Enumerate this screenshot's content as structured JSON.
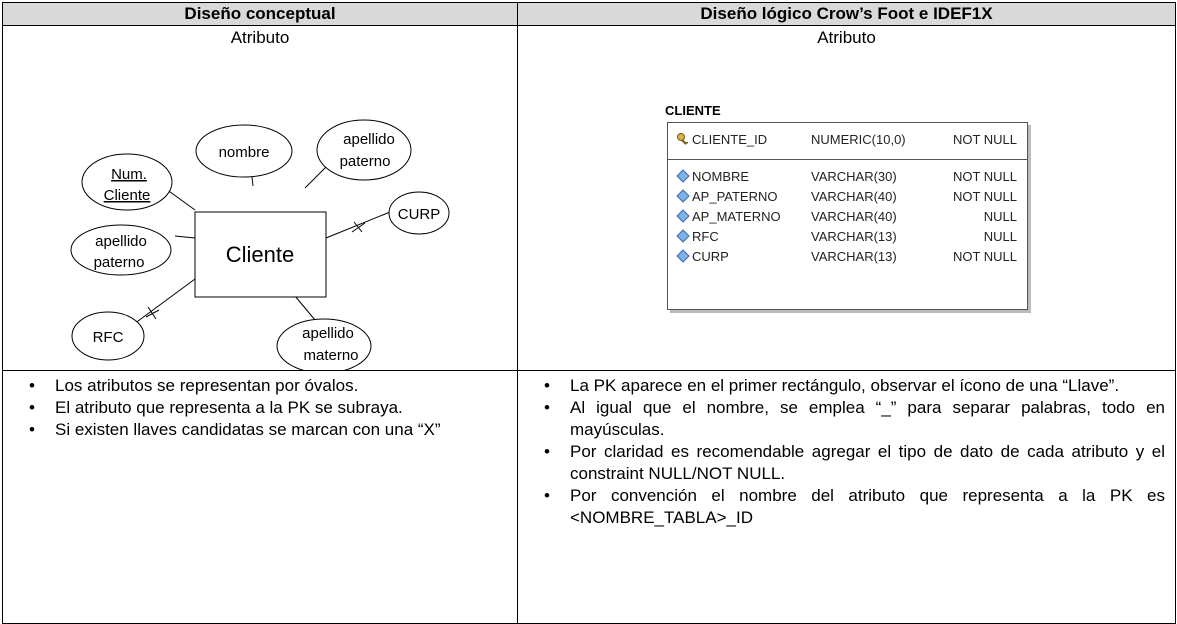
{
  "headers": {
    "left": "Diseño conceptual",
    "right": "Diseño lógico   Crow’s Foot   e IDEF1X"
  },
  "left_subtitle": "Atributo",
  "right_subtitle": "Atributo",
  "er_diagram": {
    "entity": "Cliente",
    "attributes": {
      "num_cliente_1": "Num.",
      "num_cliente_2": "Cliente",
      "nombre": "nombre",
      "apellido_paterno_top_1": "apellido",
      "apellido_paterno_top_2": "paterno",
      "curp": "CURP",
      "apellido_paterno_left_1": "apellido",
      "apellido_paterno_left_2": "paterno",
      "rfc": "RFC",
      "apellido_materno_1": "apellido",
      "apellido_materno_2": "materno"
    }
  },
  "table_design": {
    "title": "CLIENTE",
    "pk": {
      "name": "CLIENTE_ID",
      "type": "NUMERIC(10,0)",
      "null": "NOT NULL"
    },
    "columns": [
      {
        "name": "NOMBRE",
        "type": "VARCHAR(30)",
        "null": "NOT NULL"
      },
      {
        "name": "AP_PATERNO",
        "type": "VARCHAR(40)",
        "null": "NOT NULL"
      },
      {
        "name": "AP_MATERNO",
        "type": "VARCHAR(40)",
        "null": "NULL"
      },
      {
        "name": "RFC",
        "type": "VARCHAR(13)",
        "null": "NULL"
      },
      {
        "name": "CURP",
        "type": "VARCHAR(13)",
        "null": "NOT NULL"
      }
    ]
  },
  "left_notes": [
    "Los atributos se representan por óvalos.",
    "El atributo que representa a la PK se subraya.",
    "Si existen llaves candidatas se marcan con una “X”"
  ],
  "right_notes": [
    "La PK aparece en el primer rectángulo, observar el ícono de una “Llave”.",
    "Al igual que el nombre, se emplea “_” para separar palabras, todo en mayúsculas.",
    "Por claridad es recomendable agregar el tipo de dato de cada atributo y el constraint NULL/NOT NULL.",
    "Por convención el nombre del atributo que representa a la PK es <NOMBRE_TABLA>_ID"
  ]
}
